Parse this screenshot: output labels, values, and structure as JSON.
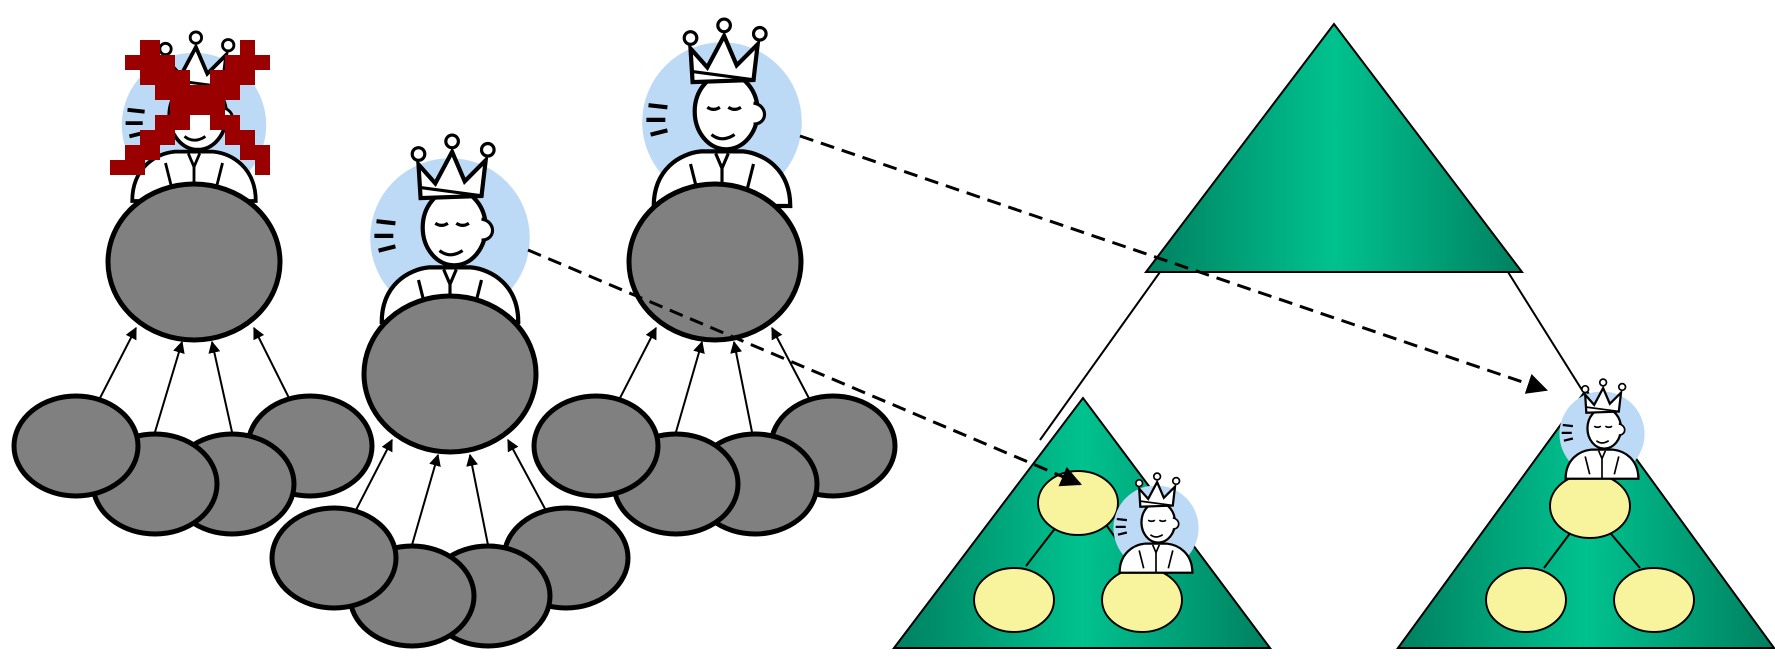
{
  "colors": {
    "node_fill": "#808080",
    "node_stroke": "#000000",
    "halo": "#bcd9f5",
    "triangle_green": "#00c28f",
    "triangle_dark": "#008060",
    "leaf_yellow": "#f8f49e",
    "cross_red": "#9b0000",
    "arrow": "#000000"
  },
  "icons": {
    "king": "crowned-king-icon",
    "cross": "red-x-cross-icon"
  },
  "groups": [
    {
      "id": "group-1",
      "king_status": "removed"
    },
    {
      "id": "group-2",
      "king_status": "active"
    },
    {
      "id": "group-3",
      "king_status": "active"
    }
  ],
  "hierarchy": {
    "top": "top-triangle",
    "children": [
      "left-sub-triangle",
      "right-sub-triangle"
    ]
  }
}
